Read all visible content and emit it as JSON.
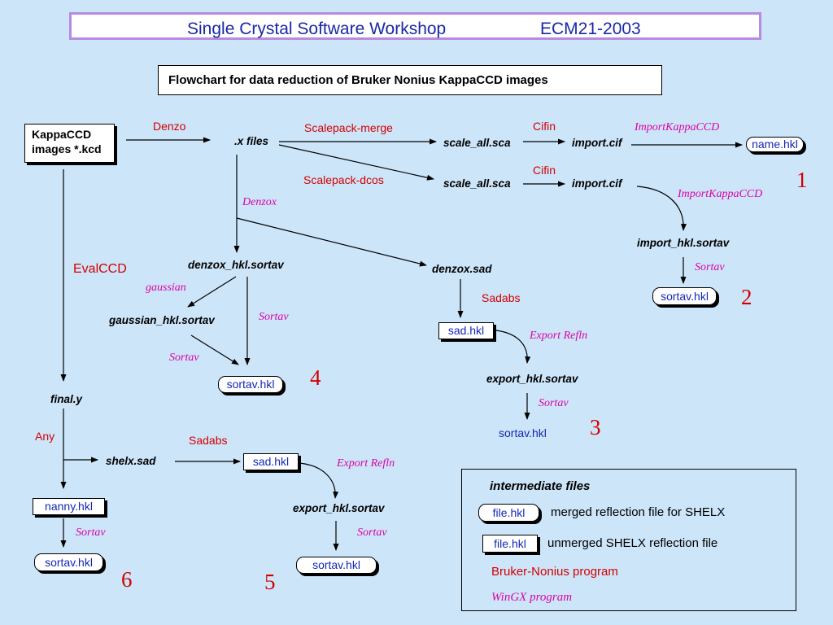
{
  "header": {
    "title_left": "Single Crystal Software Workshop",
    "title_right": "ECM21-2003"
  },
  "subtitle": "Flowchart for data reduction of Bruker Nonius KappaCCD images",
  "nodes": {
    "kappaccd_line1": "KappaCCD",
    "kappaccd_line2": "images *.kcd",
    "x_files": ".x files",
    "scale_all_1": "scale_all.sca",
    "scale_all_2": "scale_all.sca",
    "import_cif_1": "import.cif",
    "import_cif_2": "import.cif",
    "name_hkl": "name.hkl",
    "import_hkl_sortav": "import_hkl.sortav",
    "sortav_hkl_2": "sortav.hkl",
    "denzox_hkl_sortav": "denzox_hkl.sortav",
    "gaussian_hkl_sortav": "gaussian_hkl.sortav",
    "sortav_hkl_4": "sortav.hkl",
    "denzox_sad": "denzox.sad",
    "sad_hkl_3": "sad.hkl",
    "export_hkl_sortav_3": "export_hkl.sortav",
    "sortav_hkl_3": "sortav.hkl",
    "final_y": "final.y",
    "shelx_sad": "shelx.sad",
    "sad_hkl_5": "sad.hkl",
    "export_hkl_sortav_5": "export_hkl.sortav",
    "sortav_hkl_5": "sortav.hkl",
    "nanny_hkl": "nanny.hkl",
    "sortav_hkl_6": "sortav.hkl"
  },
  "programs": {
    "denzo": "Denzo",
    "scalepack_merge": "Scalepack-merge",
    "scalepack_dcos": "Scalepack-dcos",
    "cifin_1": "Cifin",
    "cifin_2": "Cifin",
    "evalccd": "EvalCCD",
    "sadabs_3": "Sadabs",
    "sadabs_5": "Sadabs",
    "any": "Any"
  },
  "wingx_programs": {
    "importkappaccd_1": "ImportKappaCCD",
    "importkappaccd_2": "ImportKappaCCD",
    "denzox": "Denzox",
    "gaussian": "gaussian",
    "sortav_a": "Sortav",
    "sortav_b": "Sortav",
    "sortav_c": "Sortav",
    "sortav_d": "Sortav",
    "sortav_e": "Sortav",
    "sortav_f": "Sortav",
    "export_refln_1": "Export Refln",
    "export_refln_2": "Export Refln"
  },
  "route_numbers": {
    "n1": "1",
    "n2": "2",
    "n3": "3",
    "n4": "4",
    "n5": "5",
    "n6": "6"
  },
  "legend": {
    "heading": "intermediate files",
    "file_example_1": "file.hkl",
    "merged_desc": "merged reflection file for SHELX",
    "file_example_2": "file.hkl",
    "unmerged_desc": "unmerged  SHELX reflection file",
    "bruker_program": "Bruker-Nonius program",
    "wingx_program": "WinGX  program"
  },
  "colors": {
    "background": "#cce5f8",
    "title_text": "#1a28a6",
    "title_border": "#b78be0",
    "file_text": "#1428b4",
    "bruker": "#d40000",
    "wingx": "#dd00aa"
  }
}
